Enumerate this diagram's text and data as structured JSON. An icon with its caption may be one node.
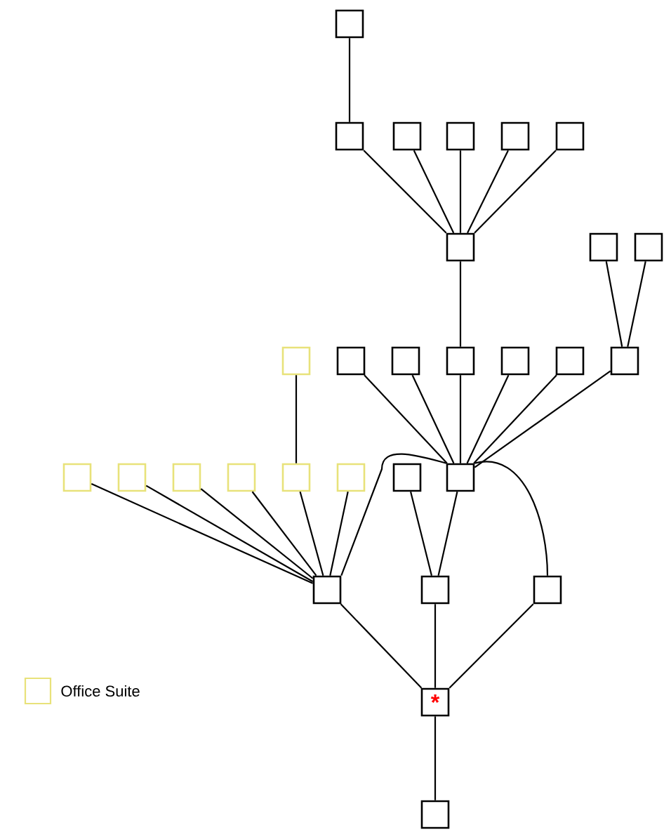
{
  "diagram": {
    "nodes": [
      {
        "text": [],
        "shape": "box"
      },
      {
        "text": [],
        "shape": "box"
      },
      {
        "text": [],
        "shape": "box"
      },
      {
        "text": [],
        "shape": "box"
      },
      {
        "text": [],
        "shape": "box"
      },
      {
        "text": [],
        "shape": "box"
      },
      {
        "text": [],
        "shape": "box"
      },
      {
        "text": [],
        "shape": "box"
      },
      {
        "text": [],
        "shape": "box"
      },
      {
        "text": [],
        "shape": "box"
      },
      {
        "text": [],
        "shape": "box"
      },
      {
        "text": [],
        "shape": "box"
      },
      {
        "text": [],
        "shape": "box"
      },
      {
        "text": [],
        "shape": "box"
      },
      {
        "text": [],
        "shape": "box"
      },
      {
        "text": [],
        "shape": "box"
      },
      {
        "text": [],
        "shape": "box"
      },
      {
        "text": [],
        "shape": "box"
      },
      {
        "text": [],
        "shape": "box"
      },
      {
        "text": [],
        "shape": "box"
      },
      {
        "text": [],
        "shape": "box"
      },
      {
        "text": [],
        "shape": "box"
      },
      {
        "text": [],
        "shape": "box"
      },
      {
        "text": [],
        "shape": "box"
      },
      {
        "text": [],
        "shape": "box"
      },
      {
        "text": [],
        "shape": "box"
      },
      {
        "text": [],
        "shape": "box"
      },
      {
        "text": [
          "*"
        ]
      },
      {
        "text": [],
        "shape": "box"
      }
    ],
    "edges": [
      {
        "from": 0,
        "to": 1,
        "arrow": "none"
      },
      {
        "from": 1,
        "to": 6,
        "arrow": "none"
      },
      {
        "from": 2,
        "to": 6,
        "arrow": "none"
      },
      {
        "from": 3,
        "to": 6,
        "arrow": "none"
      },
      {
        "from": 4,
        "to": 6,
        "arrow": "none"
      },
      {
        "from": 5,
        "to": 6,
        "arrow": "none"
      },
      {
        "from": 6,
        "to": 12,
        "arrow": "none"
      },
      {
        "from": 7,
        "to": 15,
        "arrow": "none"
      },
      {
        "from": 8,
        "to": 15,
        "arrow": "none"
      },
      {
        "from": 9,
        "to": 20,
        "arrow": "none"
      },
      {
        "from": 10,
        "to": 23,
        "arrow": "none"
      },
      {
        "from": 11,
        "to": 23,
        "arrow": "none"
      },
      {
        "from": 12,
        "to": 23,
        "arrow": "none"
      },
      {
        "from": 13,
        "to": 23,
        "arrow": "none"
      },
      {
        "from": 14,
        "to": 23,
        "arrow": "none"
      },
      {
        "from": 15,
        "to": 23,
        "arrow": "none"
      },
      {
        "from": 16,
        "to": 24,
        "arrow": "none"
      },
      {
        "from": 17,
        "to": 24,
        "arrow": "none"
      },
      {
        "from": 18,
        "to": 24,
        "arrow": "none"
      },
      {
        "from": 19,
        "to": 24,
        "arrow": "none"
      },
      {
        "from": 20,
        "to": 24,
        "arrow": "none"
      },
      {
        "from": 21,
        "to": 24,
        "arrow": "none"
      },
      {
        "from": 23,
        "to": 24,
        "arrow": "none"
      },
      {
        "from": 23,
        "to": 26,
        "arrow": "none"
      },
      {
        "from": 22,
        "to": 25,
        "arrow": "none"
      },
      {
        "from": 23,
        "to": 25,
        "arrow": "none"
      },
      {
        "from": 24,
        "to": 27,
        "arrow": "none"
      },
      {
        "from": 25,
        "to": 27,
        "arrow": "none"
      },
      {
        "from": 26,
        "to": 27,
        "arrow": "none"
      },
      {
        "from": 27,
        "to": 28,
        "arrow": "none"
      }
    ],
    "legend": [
      {
        "text": "Office Suite",
        "color": "#e8e27a"
      }
    ]
  }
}
